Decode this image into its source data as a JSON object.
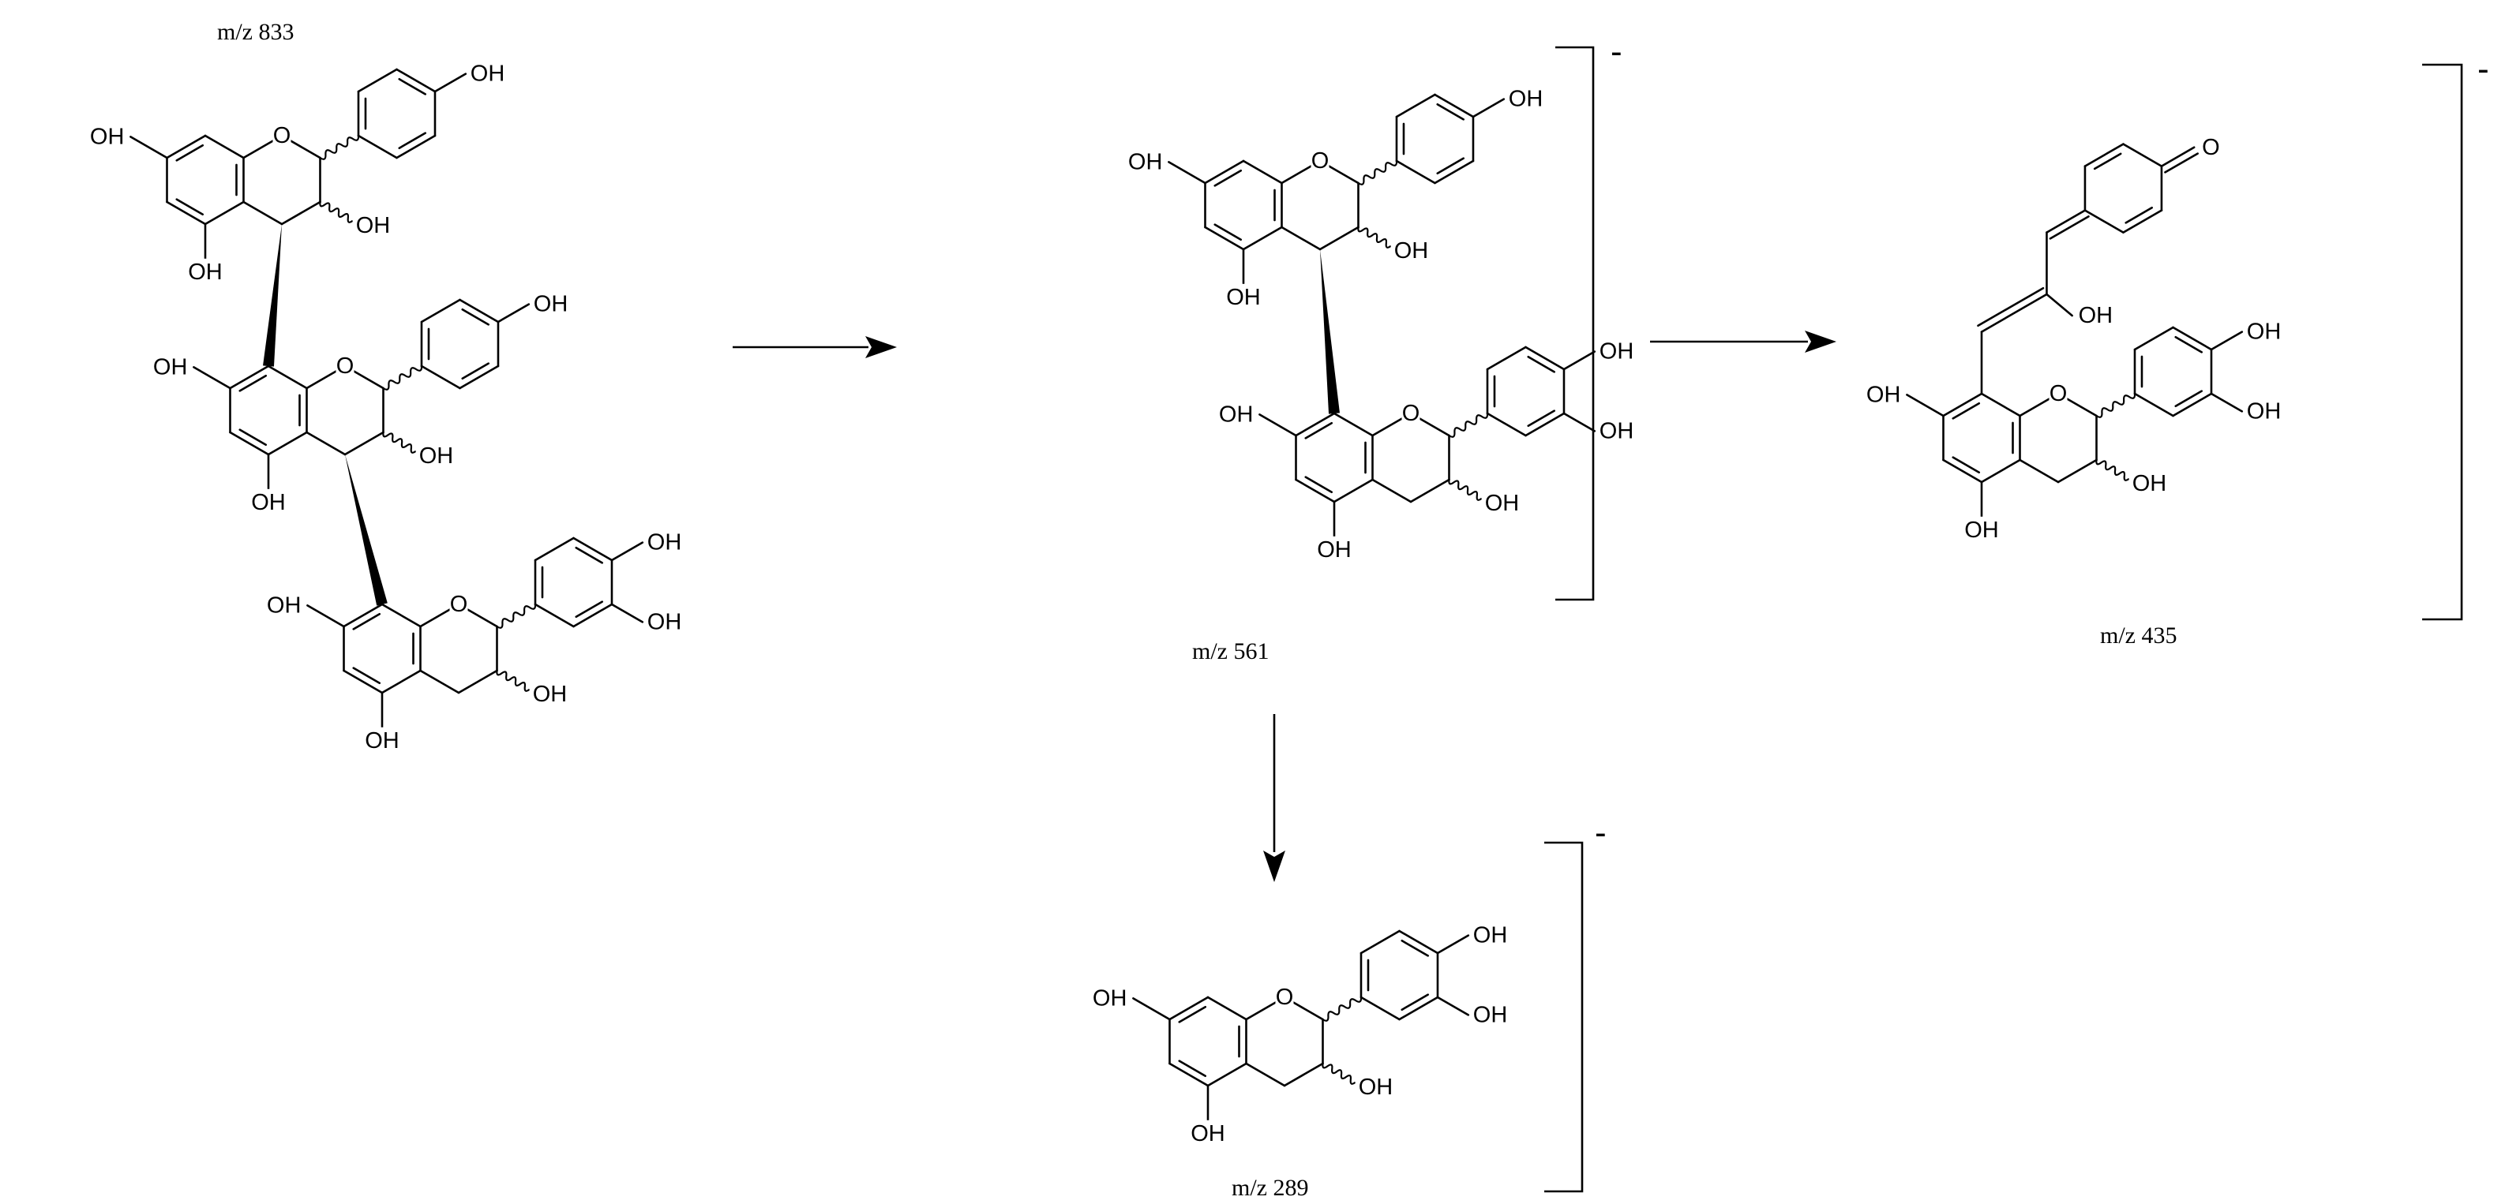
{
  "scheme": {
    "compounds": [
      {
        "id": "c833",
        "label": "m/z 833",
        "charge": ""
      },
      {
        "id": "c561",
        "label": "m/z 561",
        "charge": "-"
      },
      {
        "id": "c435",
        "label": "m/z 435",
        "charge": "-"
      },
      {
        "id": "c289",
        "label": "m/z 289",
        "charge": "-"
      }
    ],
    "atoms": {
      "hydroxyl": "OH",
      "ring_oxygen": "O"
    },
    "arrows": [
      {
        "from": "c833",
        "to": "c561"
      },
      {
        "from": "c561",
        "to": "c435"
      },
      {
        "from": "c561",
        "to": "c289"
      }
    ]
  }
}
